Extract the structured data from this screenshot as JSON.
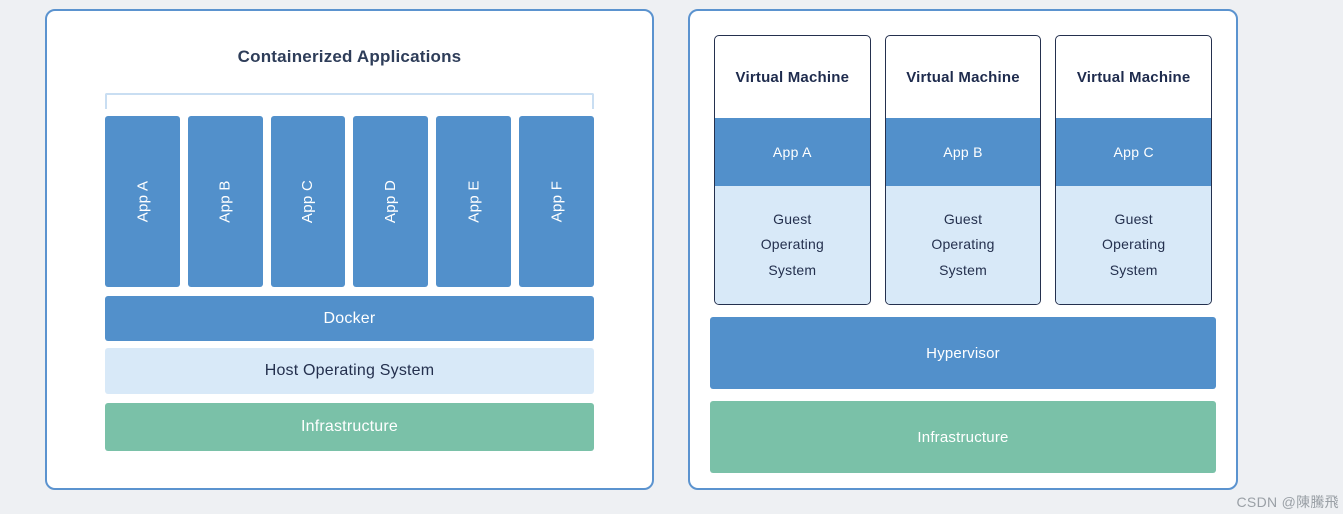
{
  "watermark": "CSDN @陳騰飛",
  "colors": {
    "page_bg": "#eef0f3",
    "panel_border": "#5b93cf",
    "blue": "#5290cb",
    "light_blue": "#d8e9f8",
    "green": "#7ac1a8",
    "navy": "#24304e",
    "bracket": "#c9def2",
    "watermark_gray": "#9aa0a6"
  },
  "left_panel": {
    "title": "Containerized Applications",
    "apps": [
      "App A",
      "App B",
      "App C",
      "App D",
      "App E",
      "App F"
    ],
    "layers": {
      "docker": "Docker",
      "host_os": "Host Operating System",
      "infrastructure": "Infrastructure"
    }
  },
  "right_panel": {
    "vms": [
      {
        "title": "Virtual Machine",
        "app": "App A",
        "guest_os": "Guest Operating System"
      },
      {
        "title": "Virtual Machine",
        "app": "App B",
        "guest_os": "Guest Operating System"
      },
      {
        "title": "Virtual Machine",
        "app": "App C",
        "guest_os": "Guest Operating System"
      }
    ],
    "layers": {
      "hypervisor": "Hypervisor",
      "infrastructure": "Infrastructure"
    }
  }
}
